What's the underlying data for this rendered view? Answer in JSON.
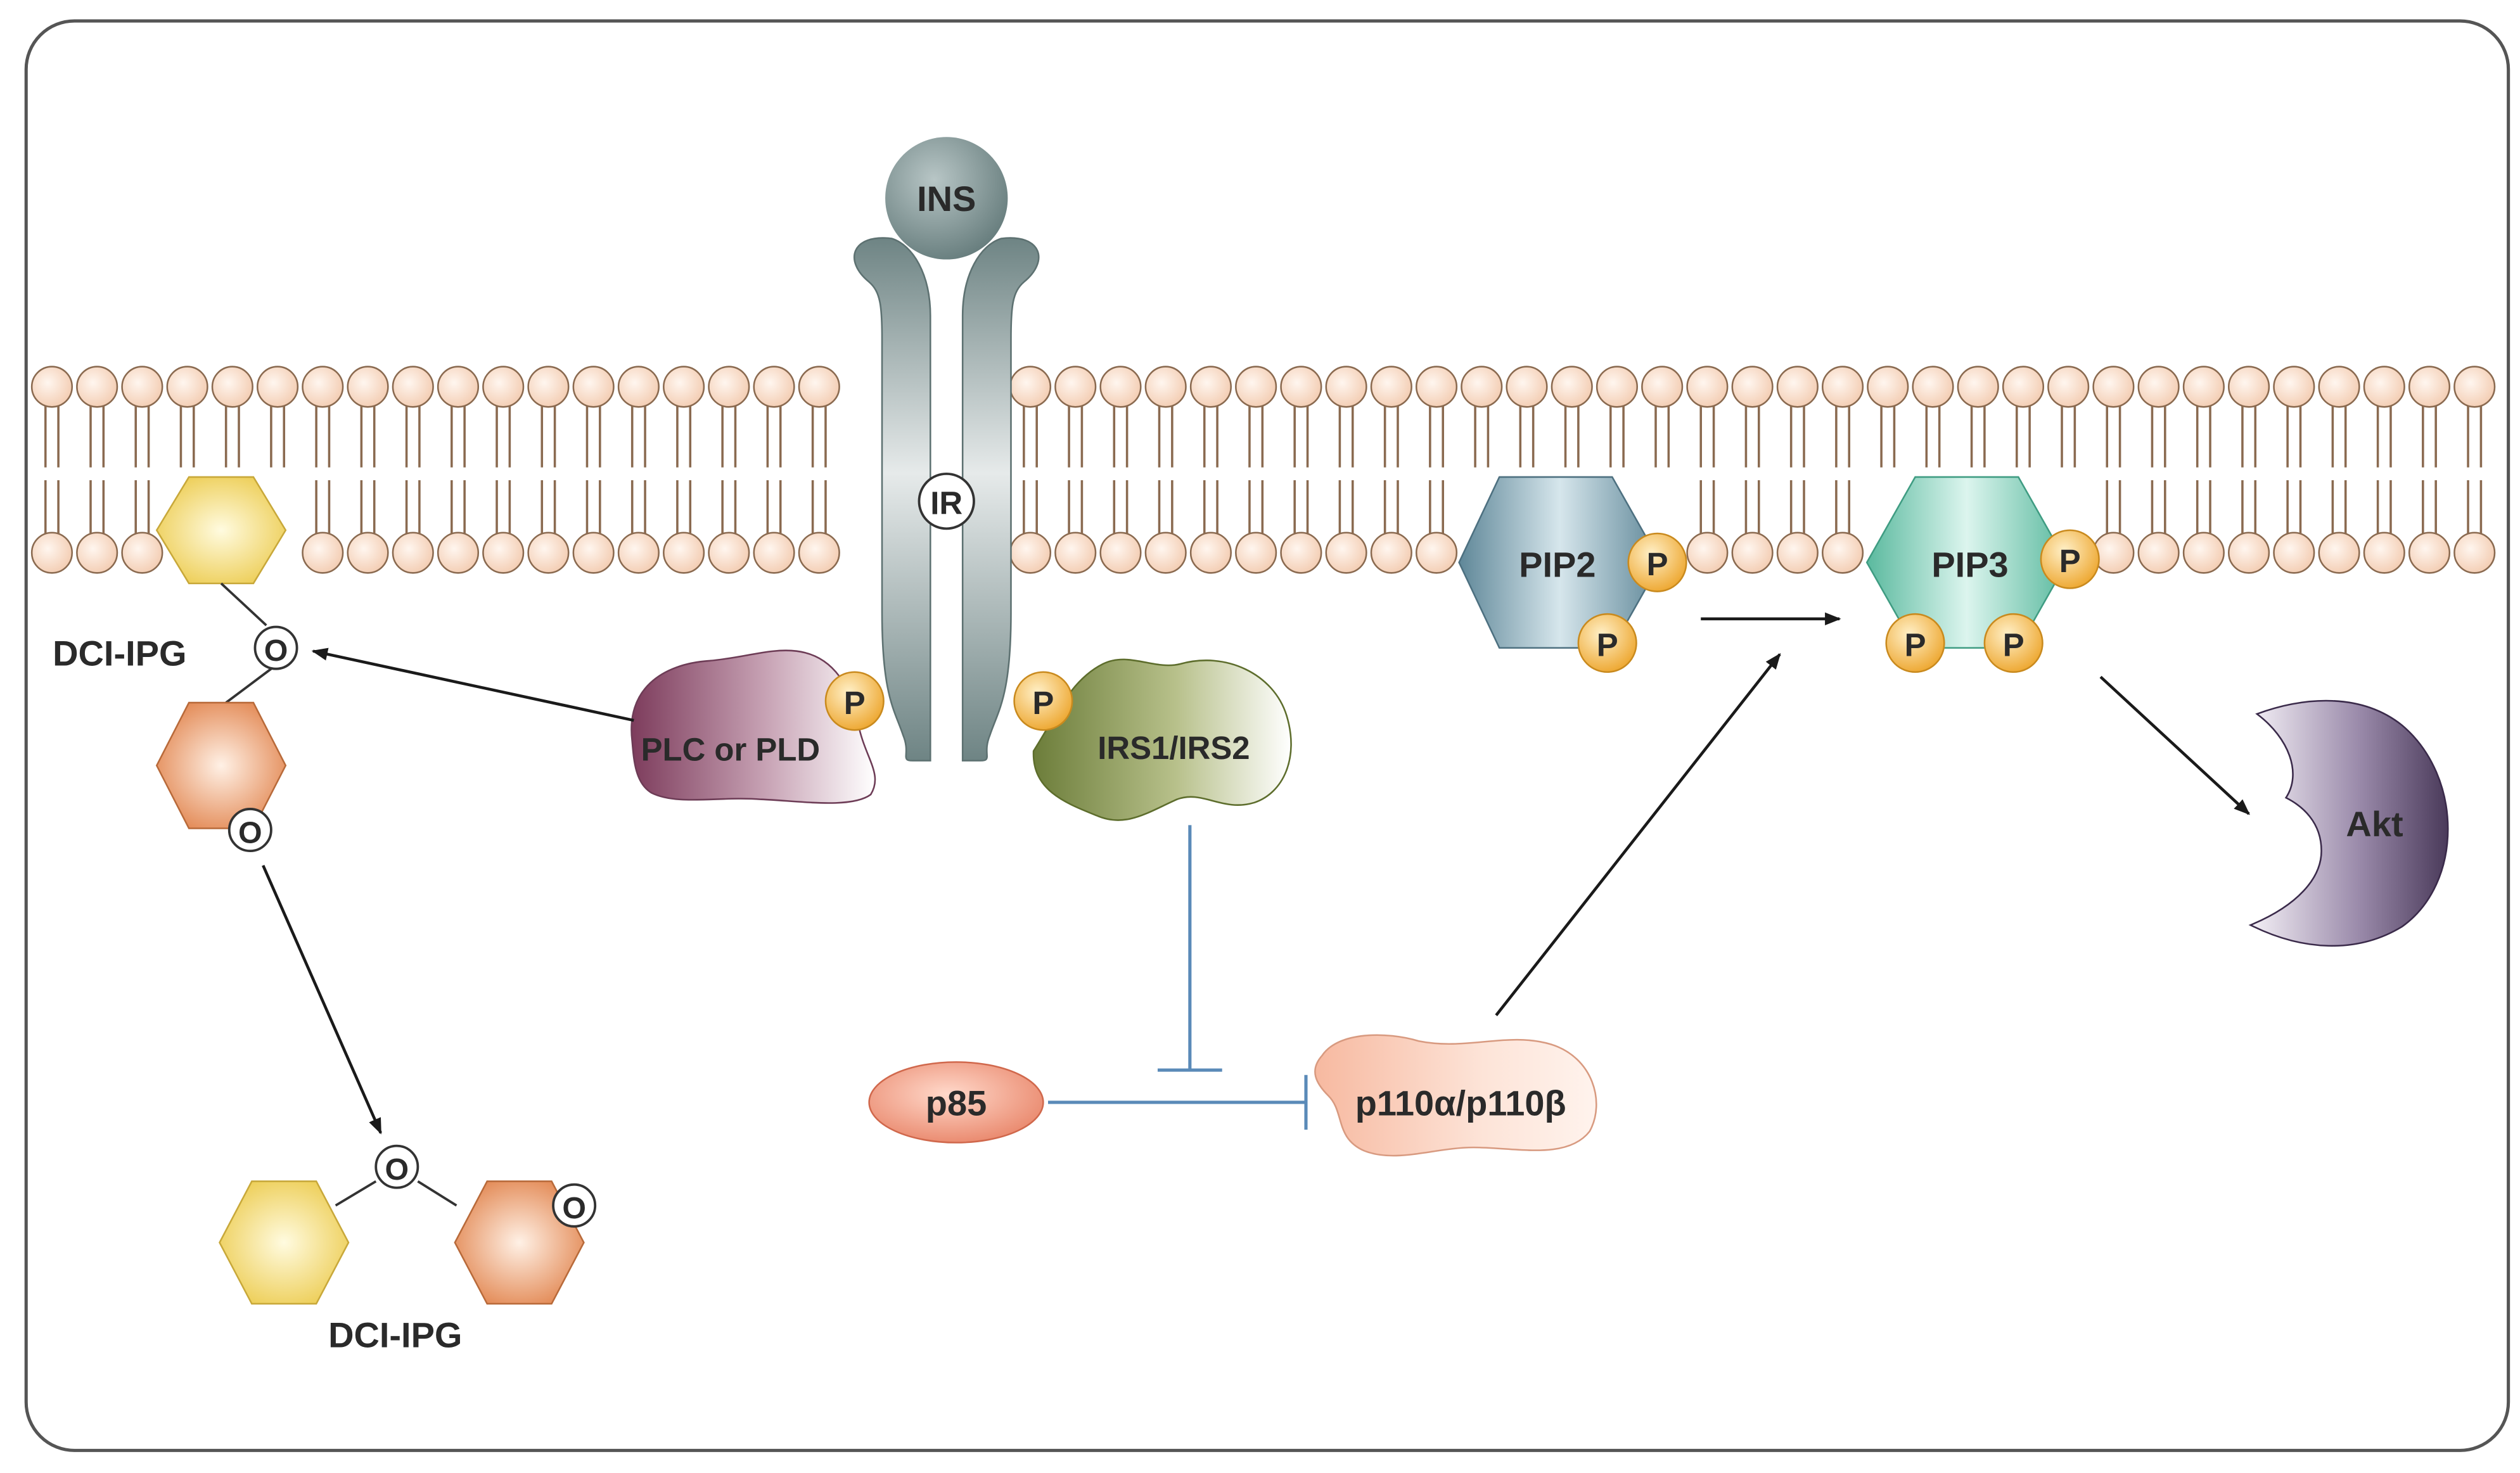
{
  "labels": {
    "ins": "INS",
    "ir": "IR",
    "plc_pld": "PLC or PLD",
    "irs": "IRS1/IRS2",
    "pip2": "PIP2",
    "pip3": "PIP3",
    "akt": "Akt",
    "p85": "p85",
    "p110": "p110α/p110β",
    "dci_ipg_top": "DCI-IPG",
    "dci_ipg_bottom": "DCI-IPG",
    "phosphate": "P",
    "oxygen": "O"
  },
  "colors": {
    "frame": "#555555",
    "lipid_head_fill": "#f8dcc8",
    "lipid_head_stroke": "#8a6a50",
    "ins": "#7a9090",
    "receptor": "#8ea0a0",
    "plc": "#8b4e6a",
    "irs": "#7a8a45",
    "pip2": "#7fa3b2",
    "pip3": "#7fcfb8",
    "akt": "#5a4a6a",
    "phosphate": "#f3b740",
    "p85": "#ef8c70",
    "p110": "#f8c8b0",
    "sugar_yellow": "#f0d060",
    "sugar_orange": "#e8905a",
    "inhibit_line": "#5a8ab8",
    "arrow": "#1a1a1a"
  }
}
